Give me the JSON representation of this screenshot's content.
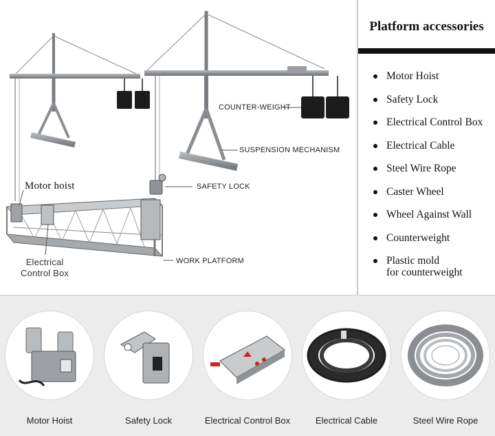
{
  "panel": {
    "title": "Platform accessories",
    "items": [
      "Motor Hoist",
      "Safety Lock",
      "Electrical Control Box",
      "Electrical Cable",
      "Steel Wire Rope",
      "Caster Wheel",
      "Wheel Against Wall",
      "Counterweight",
      "Plastic mold\nfor counterweight"
    ]
  },
  "diagram": {
    "labels": {
      "motor_hoist": "Motor hoist",
      "safety_lock": "SAFETY LOCK",
      "counter_weight": "COUNTER-WEIGHT",
      "suspension": "SUSPENSION MECHANISM",
      "control_box": "Electrical\nControl Box",
      "work_platform": "WORK PLATFORM"
    }
  },
  "products": [
    {
      "caption": "Motor Hoist",
      "icon": "motor-hoist-icon"
    },
    {
      "caption": "Safety Lock",
      "icon": "safety-lock-icon"
    },
    {
      "caption": "Electrical Control Box",
      "icon": "control-box-icon"
    },
    {
      "caption": "Electrical Cable",
      "icon": "cable-coil-icon"
    },
    {
      "caption": "Steel Wire Rope",
      "icon": "wire-rope-icon"
    }
  ],
  "colors": {
    "steel": "#8e9397",
    "dark_steel": "#4a4e52",
    "counterweight": "#1c1c1c",
    "accent_red": "#c42a2a"
  }
}
